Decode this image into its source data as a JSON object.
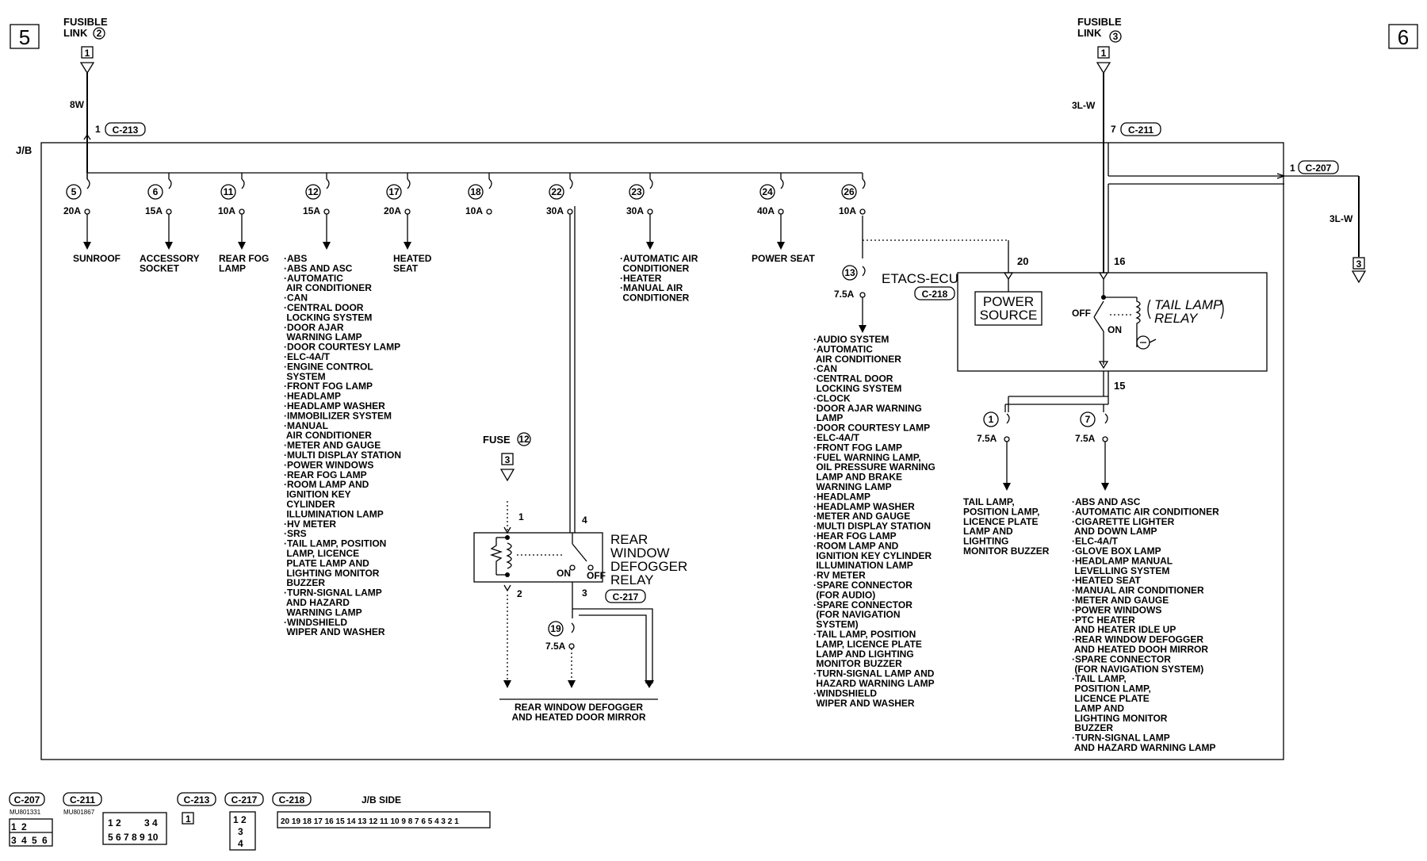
{
  "page": {
    "left_page": "5",
    "right_page": "6"
  },
  "jb_label": "J/B",
  "fusible_links": [
    {
      "label": "FUSIBLE\nLINK",
      "number": "2",
      "pin": "1",
      "wire": "8W",
      "conn_pin": "1",
      "connector": "C-213"
    },
    {
      "label": "FUSIBLE\nLINK",
      "number": "3",
      "pin": "1",
      "wire": "3L-W",
      "conn_pin": "7",
      "connector": "C-211"
    }
  ],
  "fuses": [
    {
      "no": "5",
      "rating": "20A",
      "load": "SUNROOF"
    },
    {
      "no": "6",
      "rating": "15A",
      "load": "ACCESSORY\nSOCKET"
    },
    {
      "no": "11",
      "rating": "10A",
      "load": "REAR FOG\nLAMP"
    },
    {
      "no": "12",
      "rating": "15A",
      "load": "·ABS\n·ABS AND ASC\n·AUTOMATIC\n AIR CONDITIONER\n·CAN\n·CENTRAL DOOR\n LOCKING SYSTEM\n·DOOR AJAR\n WARNING LAMP\n·DOOR COURTESY LAMP\n·ELC-4A/T\n·ENGINE CONTROL\n SYSTEM\n·FRONT FOG LAMP\n·HEADLAMP\n·HEADLAMP WASHER\n·IMMOBILIZER SYSTEM\n·MANUAL\n AIR CONDITIONER\n·METER AND GAUGE\n·MULTI DISPLAY STATION\n·POWER WINDOWS\n·REAR FOG LAMP\n·ROOM LAMP AND\n IGNITION KEY\n CYLINDER\n ILLUMINATION LAMP\n·HV METER\n·SRS\n·TAIL LAMP, POSITION\n LAMP, LICENCE\n PLATE LAMP AND\n LIGHTING MONITOR\n BUZZER\n·TURN-SIGNAL LAMP\n AND HAZARD\n WARNING LAMP\n·WINDSHIELD\n WIPER AND WASHER"
    },
    {
      "no": "17",
      "rating": "20A",
      "load": "HEATED\nSEAT"
    },
    {
      "no": "18",
      "rating": "10A",
      "load": ""
    },
    {
      "no": "22",
      "rating": "30A",
      "load": ""
    },
    {
      "no": "23",
      "rating": "30A",
      "load": "·AUTOMATIC AIR\n CONDITIONER\n·HEATER\n·MANUAL AIR\n CONDITIONER"
    },
    {
      "no": "24",
      "rating": "40A",
      "load": "POWER SEAT"
    },
    {
      "no": "26",
      "rating": "10A",
      "load": ""
    }
  ],
  "sub_fuse_13": {
    "no": "13",
    "rating": "7.5A",
    "load": "·AUDIO SYSTEM\n·AUTOMATIC\n AIR CONDITIONER\n·CAN\n·CENTRAL DOOR\n LOCKING SYSTEM\n·CLOCK\n·DOOR AJAR WARNING\n LAMP\n·DOOR COURTESY LAMP\n·ELC-4A/T\n·FRONT FOG LAMP\n·FUEL WARNING LAMP,\n OIL PRESSURE WARNING\n LAMP AND BRAKE\n WARNING LAMP\n·HEADLAMP\n·HEADLAMP WASHER\n·METER AND GAUGE\n·MULTI DISPLAY STATION\n·HEAR FOG LAMP\n·ROOM LAMP AND\n IGNITION KEY CYLINDER\n ILLUMINATION LAMP\n·RV METER\n·SPARE CONNECTOR\n (FOR AUDIO)\n·SPARE CONNECTOR\n (FOR NAVIGATION\n SYSTEM)\n·TAIL LAMP, POSITION\n LAMP, LICENCE PLATE\n LAMP AND LIGHTING\n MONITOR BUZZER\n·TURN-SIGNAL LAMP AND\n HAZARD WARNING LAMP\n·WINDSHIELD\n WIPER AND WASHER"
  },
  "etacs": {
    "title": "ETACS-ECU",
    "connector": "C-218",
    "power_source": "POWER\nSOURCE",
    "relay": "TAIL LAMP\nRELAY",
    "off": "OFF",
    "on": "ON",
    "pins": [
      "20",
      "16",
      "15"
    ]
  },
  "tail_fuses": [
    {
      "no": "1",
      "rating": "7.5A",
      "load": "TAIL LAMP,\nPOSITION LAMP,\nLICENCE PLATE\nLAMP AND\nLIGHTING\nMONITOR BUZZER"
    },
    {
      "no": "7",
      "rating": "7.5A",
      "load": "·ABS AND ASC\n·AUTOMATIC AIR CONDITIONER\n·CIGARETTE LIGHTER\n AND DOWN LAMP\n·ELC-4A/T\n·GLOVE BOX LAMP\n·HEADLAMP MANUAL\n LEVELLING SYSTEM\n·HEATED SEAT\n·MANUAL AIR CONDITIONER\n·METER AND GAUGE\n·POWER WINDOWS\n·PTC HEATER\n AND HEATER IDLE UP\n·REAR WINDOW DEFOGGER\n AND HEATED DOOH MIRROR\n·SPARE CONNECTOR\n (FOR NAVIGATION SYSTEM)\n·TAIL LAMP,\n POSITION LAMP,\n LICENCE PLATE\n LAMP AND\n LIGHTING MONITOR\n BUZZER\n·TURN-SIGNAL LAMP\n AND HAZARD WARNING LAMP"
    }
  ],
  "c207_output": {
    "pin": "1",
    "connector": "C-207",
    "wire": "3L-W",
    "dest": "3"
  },
  "defogger": {
    "fuse_label": "FUSE",
    "fuse_no": "12",
    "fuse_pin": "3",
    "relay": "REAR\nWINDOW\nDEFOGGER\nRELAY",
    "connector": "C-217",
    "pins": [
      "1",
      "4",
      "2",
      "3"
    ],
    "on": "ON",
    "off": "OFF",
    "sub_fuse_no": "19",
    "sub_fuse_rating": "7.5A",
    "load": "REAR WINDOW DEFOGGER\nAND HEATED DOOR MIRROR"
  },
  "connectors": [
    {
      "name": "C-207",
      "part": "MU801331"
    },
    {
      "name": "C-211",
      "part": "MU801867"
    },
    {
      "name": "C-213",
      "part": ""
    },
    {
      "name": "C-217",
      "part": ""
    },
    {
      "name": "C-218",
      "part": ""
    }
  ],
  "jb_side": "J/B SIDE"
}
